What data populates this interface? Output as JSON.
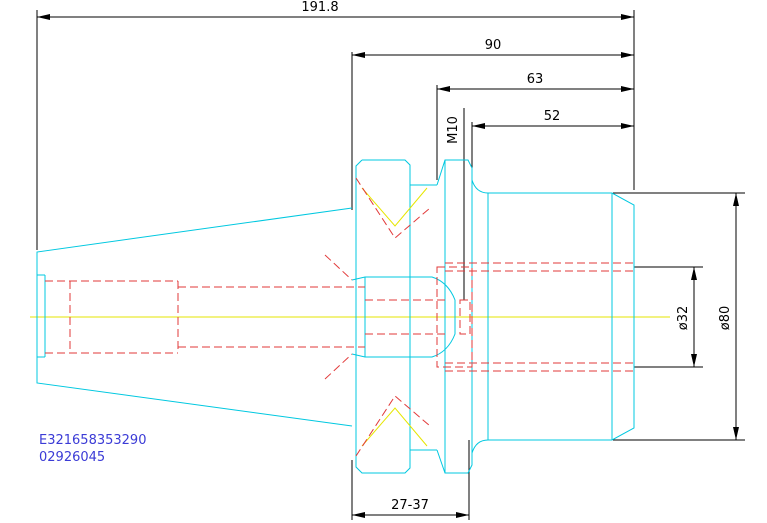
{
  "dimensions": {
    "overall_length": "191.8",
    "length_90": "90",
    "length_63": "63",
    "length_52": "52",
    "thread": "M10",
    "diameter_small": "ø32",
    "diameter_large": "ø80",
    "range": "27-37"
  },
  "part_codes": {
    "code_1": "E321658353290",
    "code_2": "02926045"
  },
  "colors": {
    "outline": "#00c8e0",
    "hidden": "#e23a3a",
    "centerline": "#e6e600",
    "dimension": "#000000",
    "code_text": "#3b3bd6"
  }
}
